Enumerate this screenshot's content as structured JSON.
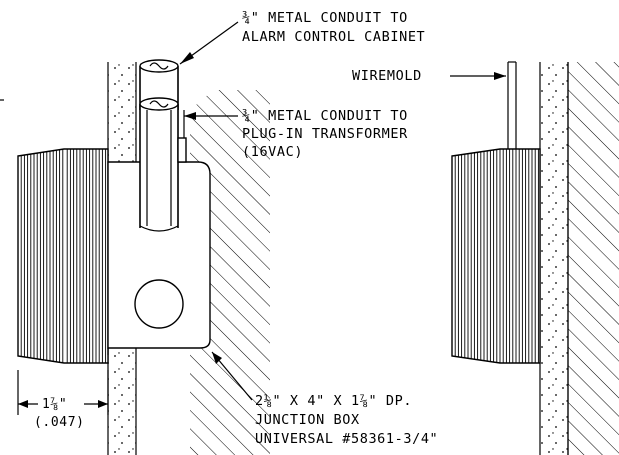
{
  "labels": {
    "conduit_1_line1": "¾\" METAL CONDUIT TO",
    "conduit_1_line2": "ALARM CONTROL CABINET",
    "wiremold": "WIREMOLD",
    "conduit_2_line1": "¾\" METAL CONDUIT TO",
    "conduit_2_line2": "PLUG-IN TRANSFORMER",
    "conduit_2_line3": "(16VAC)",
    "junction_line1": "2⅛\" X 4\" X 1⅞\" DP.",
    "junction_line2": "JUNCTION BOX",
    "junction_line3": "UNIVERSAL #58361-3/4\"",
    "dim_value": "1⅞\"",
    "dim_alt": "(.047)"
  },
  "colors": {
    "line": "#000000",
    "background": "#ffffff"
  }
}
